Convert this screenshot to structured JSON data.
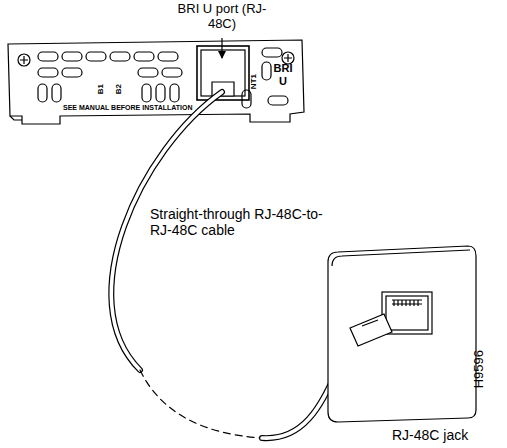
{
  "diagram": {
    "labels": [
      "BRI U port (RJ-48C)",
      "B1",
      "B2",
      "SEE MANUAL BEFORE INSTALLATION",
      "NT1",
      "BRI U",
      "Straight-through RJ-48C-to-RJ-48C cable",
      "RJ-48C jack",
      "H9596"
    ]
  }
}
